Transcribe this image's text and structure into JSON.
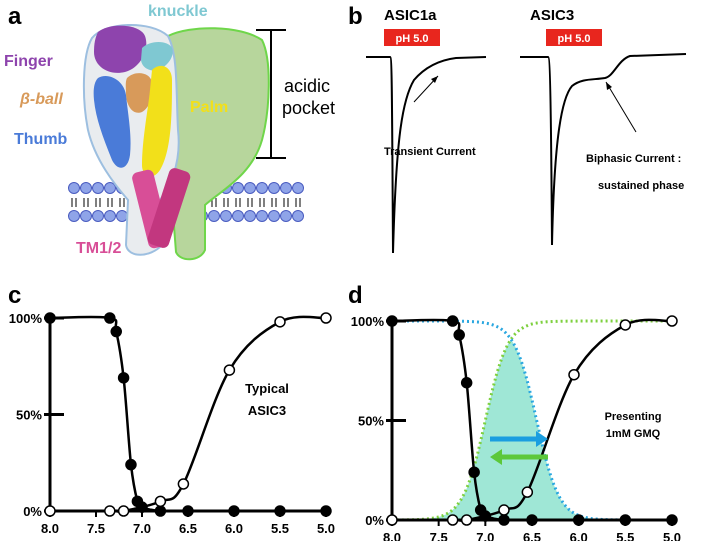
{
  "panels": {
    "a": {
      "label": "a",
      "parts": {
        "knuckle": "knuckle",
        "finger": "Finger",
        "beta_ball": "β-ball",
        "thumb": "Thumb",
        "palm": "Palm",
        "tm": "TM1/2",
        "pocket_line1": "acidic",
        "pocket_line2": "pocket"
      },
      "colors": {
        "knuckle": "#7fc8d2",
        "finger": "#8e44ad",
        "beta_ball": "#d89a5a",
        "thumb": "#4a7bd8",
        "palm": "#f2e01a",
        "tm": "#d84e97",
        "palm_body": "#b7d69c",
        "lipid_head": "#8fa4e8"
      }
    },
    "b": {
      "label": "b",
      "traces": [
        {
          "title": "ASIC1a",
          "stimulus": "pH 5.0",
          "annotation": "Transient Current"
        },
        {
          "title": "ASIC3",
          "stimulus": "pH 5.0",
          "annotation_line1": "Biphasic Current :",
          "annotation_line2": "sustained phase"
        }
      ],
      "stimulus_color": "#e8261e"
    },
    "c": {
      "label": "c"
    },
    "d": {
      "label": "d"
    }
  },
  "chart_data": [
    {
      "type": "line",
      "panel": "c",
      "annotation": [
        "Typical",
        "ASIC3"
      ],
      "x_ticks": [
        "8.0",
        "7.5",
        "7.0",
        "6.5",
        "6.0",
        "5.5",
        "5.0"
      ],
      "y_ticks": [
        "0%",
        "50%",
        "100%"
      ],
      "xlim": [
        8.0,
        5.0
      ],
      "ylim": [
        0,
        100
      ],
      "series": [
        {
          "marker": "filled",
          "points": [
            [
              8.0,
              100
            ],
            [
              7.35,
              100
            ],
            [
              7.28,
              93
            ],
            [
              7.2,
              69
            ],
            [
              7.12,
              24
            ],
            [
              7.05,
              5
            ],
            [
              7.0,
              2
            ],
            [
              6.8,
              0
            ],
            [
              6.5,
              0
            ],
            [
              6.0,
              0
            ],
            [
              5.5,
              0
            ],
            [
              5.0,
              0
            ]
          ]
        },
        {
          "marker": "open",
          "points": [
            [
              8.0,
              0
            ],
            [
              7.35,
              0
            ],
            [
              7.2,
              0
            ],
            [
              6.8,
              5
            ],
            [
              6.55,
              14
            ],
            [
              6.05,
              73
            ],
            [
              5.5,
              98
            ],
            [
              5.0,
              100
            ]
          ]
        }
      ]
    },
    {
      "type": "line",
      "panel": "d",
      "annotation": [
        "Presenting",
        "1mM GMQ"
      ],
      "x_ticks": [
        "8.0",
        "7.5",
        "7.0",
        "6.5",
        "6.0",
        "5.5",
        "5.0"
      ],
      "y_ticks": [
        "0%",
        "50%",
        "100%"
      ],
      "xlim": [
        8.0,
        5.0
      ],
      "ylim": [
        0,
        100
      ],
      "series": [
        {
          "marker": "filled",
          "points": [
            [
              8.0,
              100
            ],
            [
              7.35,
              100
            ],
            [
              7.28,
              93
            ],
            [
              7.2,
              69
            ],
            [
              7.12,
              24
            ],
            [
              7.05,
              5
            ],
            [
              7.0,
              2
            ],
            [
              6.8,
              0
            ],
            [
              6.5,
              0
            ],
            [
              6.0,
              0
            ],
            [
              5.5,
              0
            ],
            [
              5.0,
              0
            ]
          ]
        },
        {
          "marker": "open",
          "points": [
            [
              8.0,
              0
            ],
            [
              7.35,
              0
            ],
            [
              7.2,
              0
            ],
            [
              6.8,
              5
            ],
            [
              6.55,
              14
            ],
            [
              6.05,
              73
            ],
            [
              5.5,
              98
            ],
            [
              5.0,
              100
            ]
          ]
        }
      ],
      "shifted_curves": {
        "activation_color": "#7ed03f",
        "inactivation_color": "#2aa7e0",
        "window_fill": "#8ee3cf",
        "activation_midpoint": 7.0,
        "inactivation_midpoint": 6.45
      },
      "arrows": [
        {
          "direction": "right",
          "color": "#1a9ee0"
        },
        {
          "direction": "left",
          "color": "#5cc83a"
        }
      ]
    }
  ]
}
